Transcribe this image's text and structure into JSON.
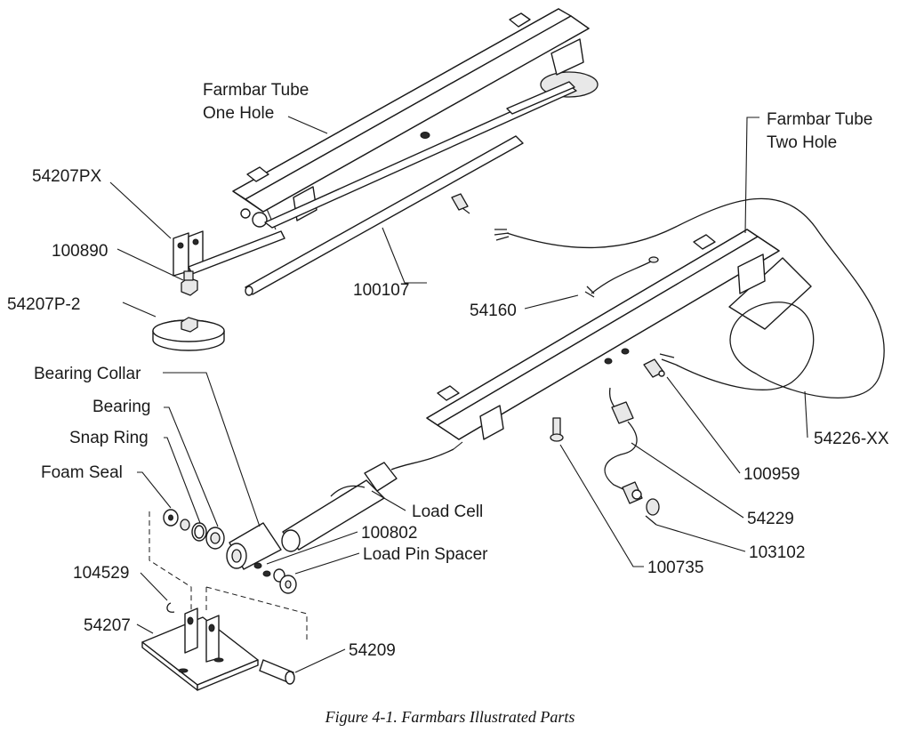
{
  "labels": {
    "tube_one_1": "Farmbar Tube",
    "tube_one_2": "One Hole",
    "tube_two_1": "Farmbar Tube",
    "tube_two_2": "Two Hole",
    "p54207px": "54207PX",
    "p100890": "100890",
    "p54207p2": "54207P-2",
    "p100107": "100107",
    "p54160": "54160",
    "p54226xx": "54226-XX",
    "bearing_collar": "Bearing Collar",
    "bearing": "Bearing",
    "snap_ring": "Snap Ring",
    "foam_seal": "Foam Seal",
    "load_cell": "Load Cell",
    "p100802": "100802",
    "load_pin_spacer": "Load Pin Spacer",
    "p104529": "104529",
    "p54207": "54207",
    "p54209": "54209",
    "p100959": "100959",
    "p54229": "54229",
    "p103102": "103102",
    "p100735": "100735"
  },
  "caption": "Figure 4-1. Farmbars Illustrated Parts"
}
